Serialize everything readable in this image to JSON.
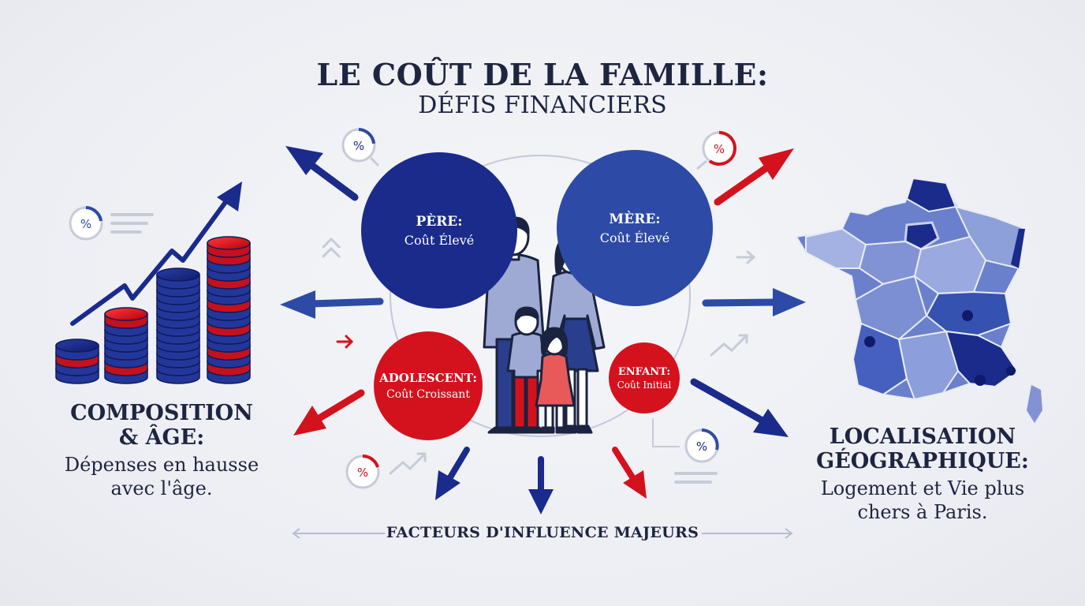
{
  "title": {
    "line1": "LE COÛT DE LA FAMILLE:",
    "line2": "DÉFIS FINANCIERS"
  },
  "members": {
    "father": {
      "label": "PÈRE:",
      "sub": "Coût Élevé"
    },
    "mother": {
      "label": "MÈRE:",
      "sub": "Coût Élevé"
    },
    "teen": {
      "label": "ADOLESCENT:",
      "sub": "Coût Croissant"
    },
    "child": {
      "label": "ENFANT:",
      "sub": "Coût Initial"
    }
  },
  "left": {
    "heading_line1": "COMPOSITION",
    "heading_line2": "& ÂGE:",
    "desc_line1": "Dépenses en hausse",
    "desc_line2": "avec l'âge."
  },
  "right": {
    "heading_line1": "LOCALISATION",
    "heading_line2": "GÉOGRAPHIQUE:",
    "desc_line1": "Logement et Vie plus",
    "desc_line2": "chers à Paris."
  },
  "footer": {
    "label": "FACTEURS D'INFLUENCE MAJEURS"
  },
  "icons": {
    "percent_symbol": "%"
  },
  "colors": {
    "navy": "#1a2b8c",
    "blue": "#2d4ba6",
    "red": "#d4121d",
    "text": "#1e2540"
  }
}
